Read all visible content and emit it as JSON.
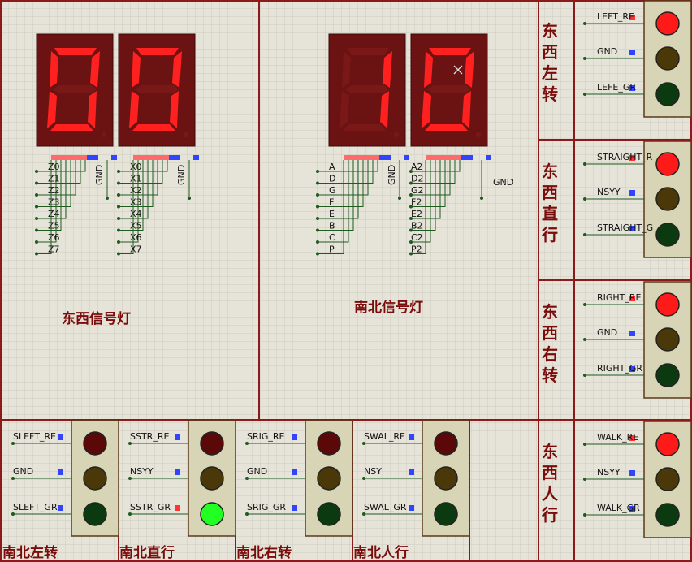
{
  "colors": {
    "background": "#e6e4d8",
    "grid": "#cfcdbf",
    "frame": "#8b1a1a",
    "wire": "#1f5a1f",
    "digit_body": "#6b1212",
    "segment_on": "#ff2020",
    "segment_off": "#7a1818",
    "red_on": "#ff1a1a",
    "red_off": "#5a0808",
    "yellow_off": "#4a3808",
    "green_off": "#0c3a10",
    "green_on": "#22ff22",
    "pin_blue": "#3344ff",
    "pin_red": "#ff3333"
  },
  "sections": {
    "ew_signal": "东西信号灯",
    "ns_signal": "南北信号灯"
  },
  "ew_digits": {
    "left_pins": [
      "Z0",
      "Z1",
      "Z2",
      "Z3",
      "Z4",
      "Z5",
      "Z6",
      "Z7"
    ],
    "right_pins": [
      "X0",
      "X1",
      "X2",
      "X3",
      "X4",
      "X5",
      "X6",
      "X7"
    ],
    "gnd1": "GND",
    "gnd2": "GND"
  },
  "ns_digits": {
    "left_pins": [
      "A",
      "D",
      "G",
      "F",
      "E",
      "B",
      "C",
      "P"
    ],
    "right_pins": [
      "A2",
      "D2",
      "G2",
      "F2",
      "E2",
      "B2",
      "C2",
      "P2"
    ],
    "gnd1": "GND",
    "gnd2": "GND"
  },
  "right_panels": [
    {
      "title": "东西左转",
      "labels": [
        "LEFT_RE",
        "GND",
        "LEFE_GR"
      ],
      "states": [
        "red",
        "off",
        "off"
      ]
    },
    {
      "title": "东西直行",
      "labels": [
        "STRAIGHT_R",
        "NSYY",
        "STRAIGHT_G"
      ],
      "states": [
        "red",
        "off",
        "off"
      ]
    },
    {
      "title": "东西右转",
      "labels": [
        "RIGHT_RE",
        "GND",
        "RIGHT_GR"
      ],
      "states": [
        "red",
        "off",
        "off"
      ]
    },
    {
      "title": "东西人行",
      "labels": [
        "WALK_RE",
        "NSYY",
        "WALK_GR"
      ],
      "states": [
        "red",
        "off",
        "off"
      ]
    }
  ],
  "bottom_panels": [
    {
      "title": "南北左转",
      "labels": [
        "SLEFT_RE",
        "GND",
        "SLEFT_GR"
      ],
      "states": [
        "off",
        "off",
        "off"
      ]
    },
    {
      "title": "南北直行",
      "labels": [
        "SSTR_RE",
        "NSYY",
        "SSTR_GR"
      ],
      "states": [
        "off",
        "off",
        "green"
      ]
    },
    {
      "title": "南北右转",
      "labels": [
        "SRIG_RE",
        "GND",
        "SRIG_GR"
      ],
      "states": [
        "off",
        "off",
        "off"
      ]
    },
    {
      "title": "南北人行",
      "labels": [
        "SWAL_RE",
        "NSY",
        "SWAL_GR"
      ],
      "states": [
        "off",
        "off",
        "off"
      ]
    }
  ]
}
